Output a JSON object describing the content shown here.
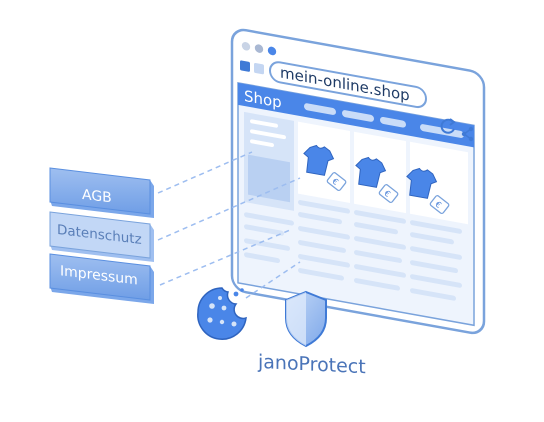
{
  "browser": {
    "url": "mein-online.shop",
    "tab_title": "Shop",
    "reload_icon": "reload-icon",
    "share_icon": "share-icon",
    "window_dots": [
      "#c9d4e6",
      "#a9b8d3",
      "#4a86e8"
    ]
  },
  "legal_tags": [
    {
      "label": "AGB"
    },
    {
      "label": "Datenschutz"
    },
    {
      "label": "Impressum"
    }
  ],
  "products": [
    {
      "icon": "tshirt-icon",
      "price_icon": "euro-price-tag-icon"
    },
    {
      "icon": "tshirt-icon",
      "price_icon": "euro-price-tag-icon"
    },
    {
      "icon": "tshirt-icon",
      "price_icon": "euro-price-tag-icon"
    }
  ],
  "cookie": {
    "icon": "cookie-icon"
  },
  "shield": {
    "icon": "shield-icon"
  },
  "brand": {
    "name": "janoProtect"
  },
  "colors": {
    "accent": "#4a86e8",
    "frame": "#7aa3dc",
    "light_fill": "#eef4fd",
    "mid_fill": "#b9d0f2",
    "dark_fill": "#3f7ad6",
    "tag_fill": "#8fb2ea"
  }
}
